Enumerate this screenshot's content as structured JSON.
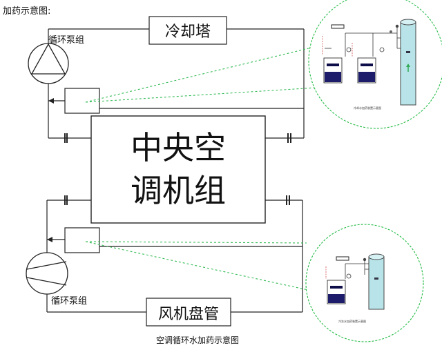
{
  "header": {
    "title": "加药示意图:"
  },
  "labels": {
    "cooling_tower": "冷却塔",
    "chiller_line1": "中央空",
    "chiller_line2": "调机组",
    "pump_group_top": "循环泵组",
    "pump_group_bottom": "循环泵组",
    "fan_coil": "风机盘管",
    "caption": "空调循环水加药示意图"
  },
  "detail_top": {
    "tag": "",
    "tank_labels": [
      "",
      ""
    ],
    "caption": "冷却水加药装置示意图"
  },
  "detail_bottom": {
    "tag": "",
    "tank_labels": [
      ""
    ],
    "caption": "冷冻水加药装置示意图"
  },
  "colors": {
    "line": "#222222",
    "dash_leader": "#33bb55",
    "pipe": "#9fd8df",
    "tank_liquid": "#1c1c6b",
    "tank_label_bg": "#0d0d4a",
    "circle_border": "#22bb44"
  }
}
